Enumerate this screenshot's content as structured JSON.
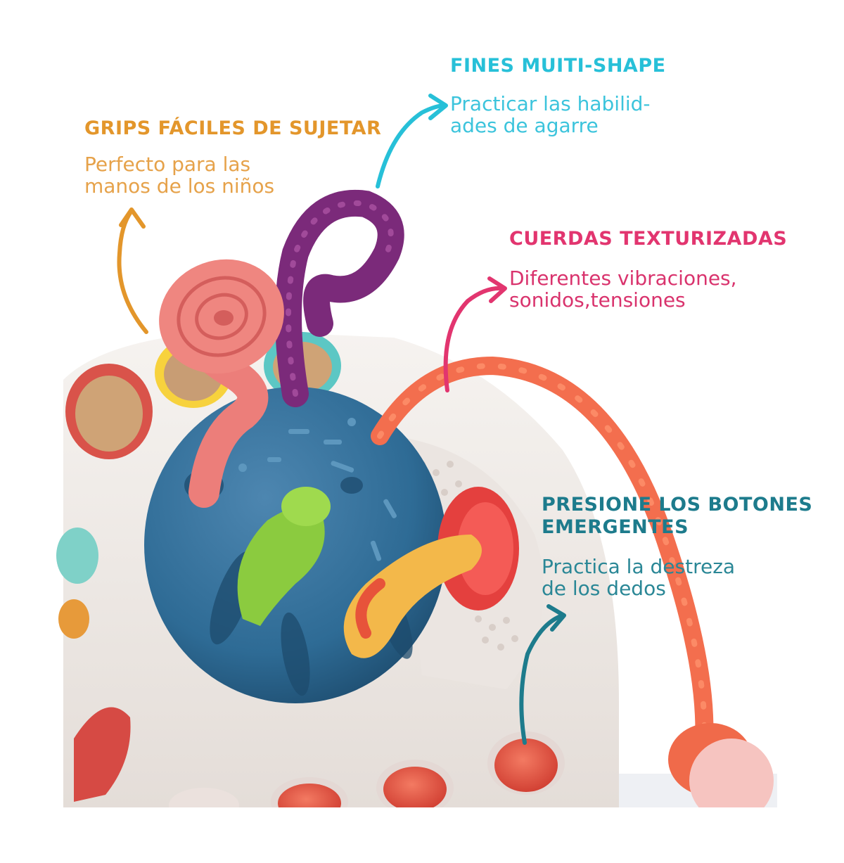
{
  "colors": {
    "orange": "#e3962b",
    "cyan": "#27c0d8",
    "pink": "#e2356f",
    "teal": "#1d7b8c",
    "desc_orange": "#e6a24a",
    "desc_cyan": "#3cc4dc",
    "desc_pink": "#d9336d",
    "desc_teal": "#2a8796"
  },
  "features": {
    "grips": {
      "heading": "GRIPS FÁCILES DE SUJETAR",
      "description": "Perfecto para las\nmanos de los niños",
      "arrow_icon": "curved-arrow-up"
    },
    "fines": {
      "heading": "FINES MUITI-SHAPE",
      "description": "Practicar las habilid-\nades de agarre",
      "arrow_icon": "curved-arrow-right"
    },
    "cuerdas": {
      "heading": "CUERDAS TEXTURIZADAS",
      "description": "Diferentes vibraciones,\nsonidos,tensiones",
      "arrow_icon": "curved-arrow-right"
    },
    "botones": {
      "heading": "PRESIONE LOS BOTONES\nEMERGENTES",
      "description": "Practica la destreza\nde los dedos",
      "arrow_icon": "curved-arrow-up"
    }
  },
  "product": {
    "image_subject": "baby-sensory-pull-string-toy-photo"
  }
}
